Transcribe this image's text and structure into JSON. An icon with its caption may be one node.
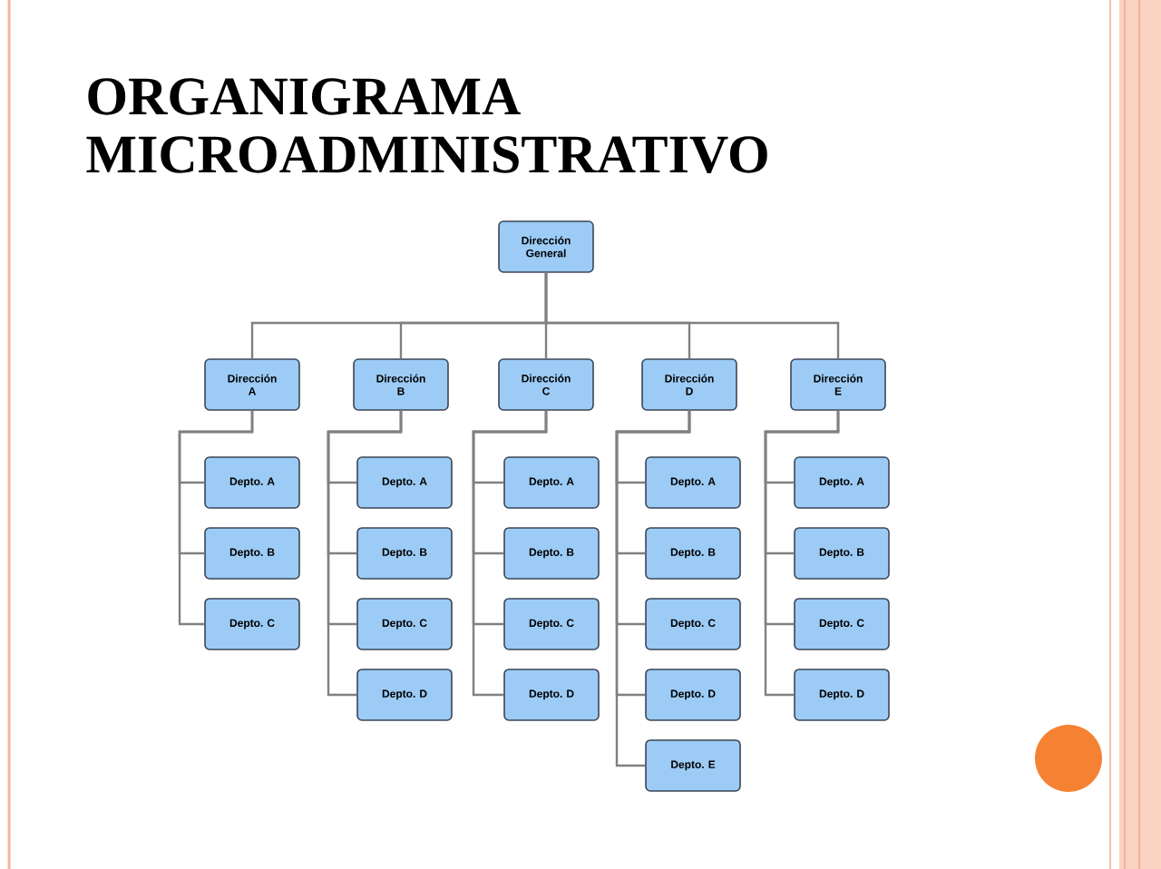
{
  "diagram": {
    "title": "ORGANIGRAMA MICROADMINISTRATIVO",
    "nodes": [
      {
        "text": [
          "Dirección General"
        ]
      },
      {
        "text": [
          "Dirección A"
        ]
      },
      {
        "text": [
          "Dirección B"
        ]
      },
      {
        "text": [
          "Dirección C"
        ]
      },
      {
        "text": [
          "Dirección D"
        ]
      },
      {
        "text": [
          "Dirección E"
        ]
      },
      {
        "text": [
          "Depto. A"
        ]
      },
      {
        "text": [
          "Depto. B"
        ]
      },
      {
        "text": [
          "Depto. C"
        ]
      },
      {
        "text": [
          "Depto. A"
        ]
      },
      {
        "text": [
          "Depto. B"
        ]
      },
      {
        "text": [
          "Depto. C"
        ]
      },
      {
        "text": [
          "Depto. D"
        ]
      },
      {
        "text": [
          "Depto. A"
        ]
      },
      {
        "text": [
          "Depto. B"
        ]
      },
      {
        "text": [
          "Depto. C"
        ]
      },
      {
        "text": [
          "Depto. D"
        ]
      },
      {
        "text": [
          "Depto. A"
        ]
      },
      {
        "text": [
          "Depto. B"
        ]
      },
      {
        "text": [
          "Depto. C"
        ]
      },
      {
        "text": [
          "Depto. D"
        ]
      },
      {
        "text": [
          "Depto. E"
        ]
      },
      {
        "text": [
          "Depto. A"
        ]
      },
      {
        "text": [
          "Depto. B"
        ]
      },
      {
        "text": [
          "Depto. C"
        ]
      },
      {
        "text": [
          "Depto. D"
        ]
      }
    ],
    "edges": [
      {
        "from": 0,
        "to": 1,
        "arrow": "none"
      },
      {
        "from": 0,
        "to": 2,
        "arrow": "none"
      },
      {
        "from": 0,
        "to": 3,
        "arrow": "none"
      },
      {
        "from": 0,
        "to": 4,
        "arrow": "none"
      },
      {
        "from": 0,
        "to": 5,
        "arrow": "none"
      },
      {
        "from": 1,
        "to": 6,
        "arrow": "none"
      },
      {
        "from": 1,
        "to": 7,
        "arrow": "none"
      },
      {
        "from": 1,
        "to": 8,
        "arrow": "none"
      },
      {
        "from": 2,
        "to": 9,
        "arrow": "none"
      },
      {
        "from": 2,
        "to": 10,
        "arrow": "none"
      },
      {
        "from": 2,
        "to": 11,
        "arrow": "none"
      },
      {
        "from": 2,
        "to": 12,
        "arrow": "none"
      },
      {
        "from": 3,
        "to": 13,
        "arrow": "none"
      },
      {
        "from": 3,
        "to": 14,
        "arrow": "none"
      },
      {
        "from": 3,
        "to": 15,
        "arrow": "none"
      },
      {
        "from": 3,
        "to": 16,
        "arrow": "none"
      },
      {
        "from": 4,
        "to": 17,
        "arrow": "none"
      },
      {
        "from": 4,
        "to": 18,
        "arrow": "none"
      },
      {
        "from": 4,
        "to": 19,
        "arrow": "none"
      },
      {
        "from": 4,
        "to": 20,
        "arrow": "none"
      },
      {
        "from": 4,
        "to": 21,
        "arrow": "none"
      },
      {
        "from": 5,
        "to": 22,
        "arrow": "none"
      },
      {
        "from": 5,
        "to": 23,
        "arrow": "none"
      },
      {
        "from": 5,
        "to": 24,
        "arrow": "none"
      },
      {
        "from": 5,
        "to": 25,
        "arrow": "none"
      }
    ]
  }
}
